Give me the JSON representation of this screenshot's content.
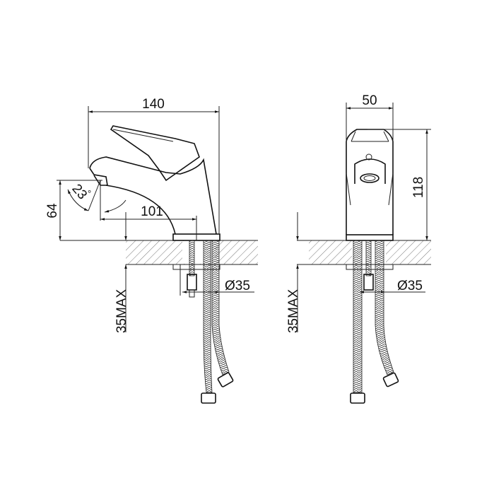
{
  "side_view": {
    "width_dim": "140",
    "height_dim": "64",
    "angle_dim": "23",
    "angle_unit": "°",
    "reach_dim": "101",
    "max_thickness_dim": "35MAX",
    "hole_dim": "Ø35"
  },
  "front_view": {
    "width_dim": "50",
    "height_dim": "118",
    "max_thickness_dim": "35MAX",
    "hole_dim": "Ø35"
  }
}
